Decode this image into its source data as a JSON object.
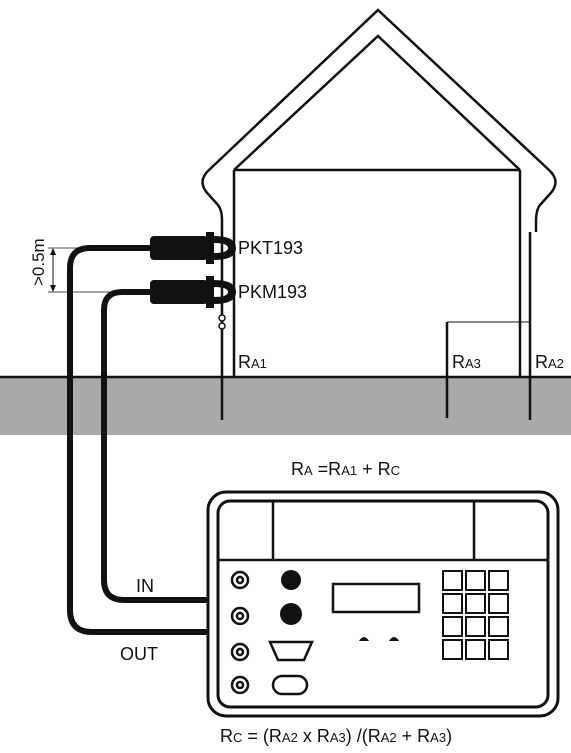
{
  "labels": {
    "clamp_top": "PKT193",
    "clamp_bottom": "PKM193",
    "distance": ">0.5m",
    "ra1": {
      "main": "R",
      "sub": "A1"
    },
    "ra3": {
      "main": "R",
      "sub": "A3"
    },
    "ra2": {
      "main": "R",
      "sub": "A2"
    },
    "in": "IN",
    "out": "OUT"
  },
  "formulas": {
    "top": [
      {
        "t": "R"
      },
      {
        "t": "A",
        "sub": true
      },
      {
        "t": " =R"
      },
      {
        "t": "A1",
        "sub": true
      },
      {
        "t": " + R"
      },
      {
        "t": "C",
        "sub": true
      }
    ],
    "bottom": [
      {
        "t": "R"
      },
      {
        "t": "C",
        "sub": true
      },
      {
        "t": " = (R"
      },
      {
        "t": "A2",
        "sub": true
      },
      {
        "t": " x R"
      },
      {
        "t": "A3",
        "sub": true
      },
      {
        "t": ") /(R"
      },
      {
        "t": "A2",
        "sub": true
      },
      {
        "t": " + R"
      },
      {
        "t": "A3",
        "sub": true
      },
      {
        "t": ")"
      }
    ]
  },
  "colors": {
    "ground": "#a9a9a9",
    "ink": "#111111"
  }
}
